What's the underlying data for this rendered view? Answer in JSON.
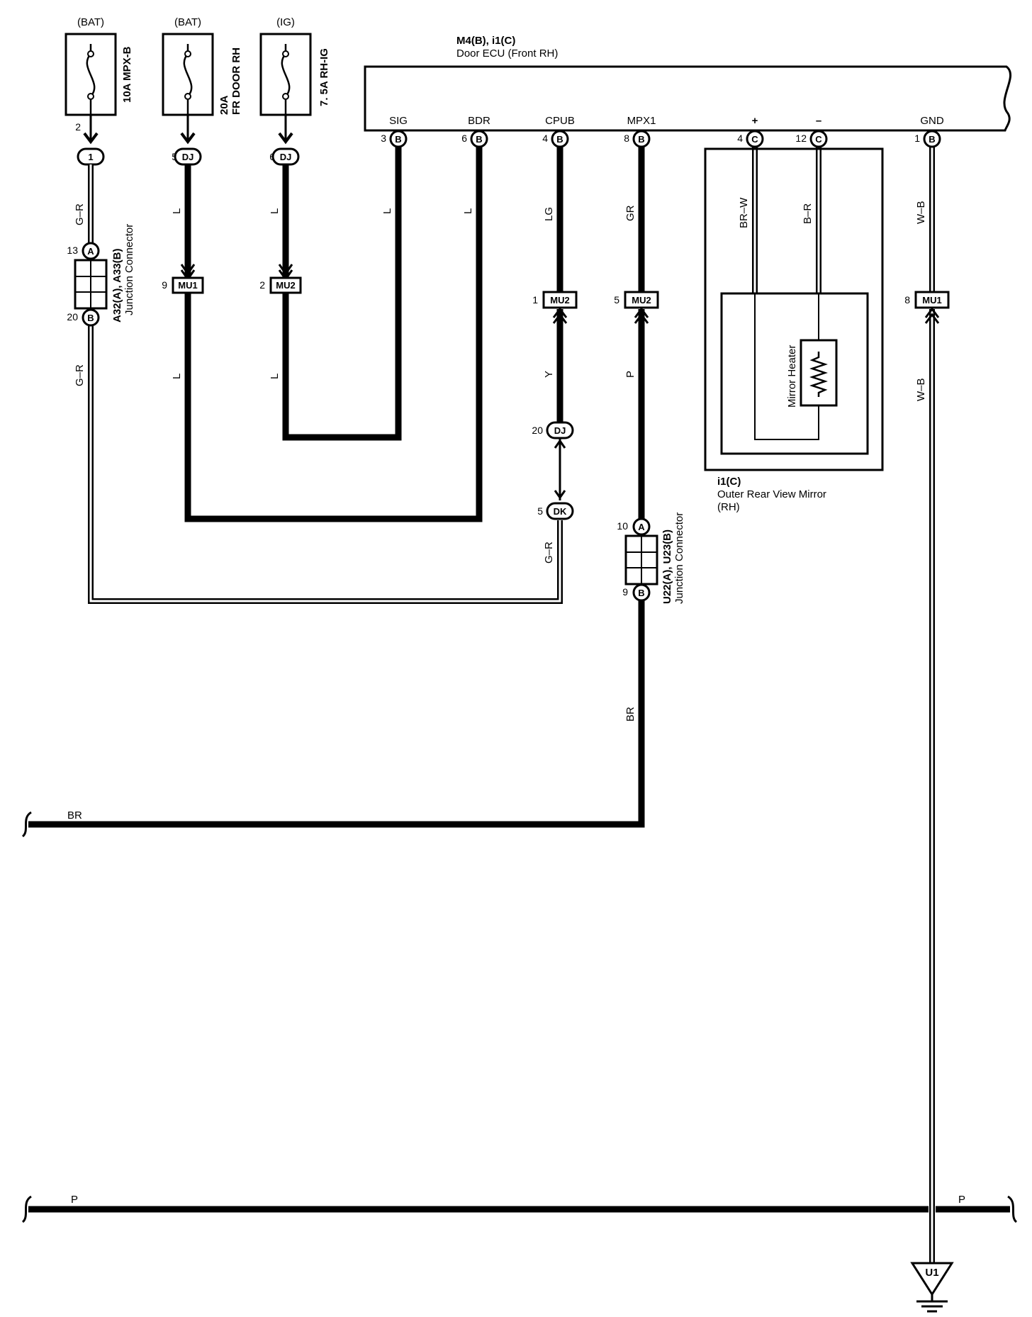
{
  "fuses": [
    {
      "source": "(BAT)",
      "name": "10A MPX-B",
      "pin": "2",
      "connector": "1"
    },
    {
      "source": "(BAT)",
      "name_line1": "20A",
      "name_line2": "FR DOOR RH",
      "pin": "5",
      "connector": "DJ"
    },
    {
      "source": "(IG)",
      "name": "7. 5A RH-IG",
      "pin": "6",
      "connector": "DJ"
    }
  ],
  "ecu": {
    "code": "M4(B), i1(C)",
    "title": "Door ECU (Front RH)",
    "terminals": [
      {
        "label": "SIG",
        "pin": "3",
        "conn": "B"
      },
      {
        "label": "BDR",
        "pin": "6",
        "conn": "B"
      },
      {
        "label": "CPUB",
        "pin": "4",
        "conn": "B"
      },
      {
        "label": "MPX1",
        "pin": "8",
        "conn": "B"
      },
      {
        "label": "+",
        "pin": "4",
        "conn": "C"
      },
      {
        "label": "–",
        "pin": "12",
        "conn": "C"
      },
      {
        "label": "GND",
        "pin": "1",
        "conn": "B"
      }
    ]
  },
  "wires": {
    "gr": "G–R",
    "l": "L",
    "lg": "LG",
    "gr2": "GR",
    "y": "Y",
    "p": "P",
    "brw": "BR–W",
    "br": "B–R",
    "wb": "W–B",
    "brown": "BR"
  },
  "junction_a": {
    "code": "A32(A), A33(B)",
    "name": "Junction Connector",
    "pin_top": "13",
    "conn_top": "A",
    "pin_bottom": "20",
    "conn_bottom": "B"
  },
  "junction_u": {
    "code": "U22(A), U23(B)",
    "name": "Junction Connector",
    "pin_top": "10",
    "conn_top": "A",
    "pin_bottom": "9",
    "conn_bottom": "B"
  },
  "inline_connectors": [
    {
      "pin": "9",
      "name": "MU1"
    },
    {
      "pin": "2",
      "name": "MU2"
    },
    {
      "pin": "1",
      "name": "MU2"
    },
    {
      "pin": "5",
      "name": "MU2"
    },
    {
      "pin": "8",
      "name": "MU1"
    },
    {
      "pin": "20",
      "name": "DJ"
    },
    {
      "pin": "5",
      "name": "DK"
    }
  ],
  "mirror": {
    "code": "i1(C)",
    "title": "Outer Rear View Mirror",
    "side": "(RH)",
    "heater": "Mirror Heater"
  },
  "ground": {
    "name": "U1"
  }
}
